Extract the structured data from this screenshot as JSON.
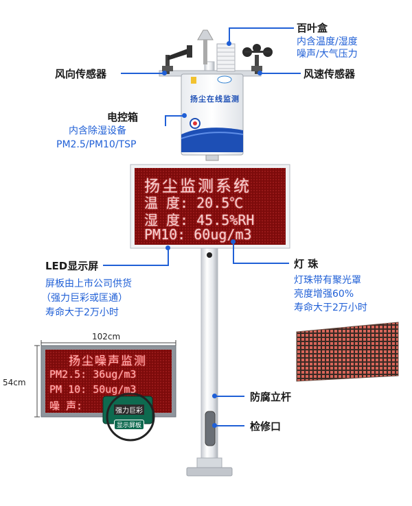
{
  "colors": {
    "accent": "#1f5fd6",
    "led_panel": "#8a0d0d",
    "led_text": "#f4d0d0",
    "cabinet_blue": "#1d4fb5"
  },
  "labels": {
    "louver_box": {
      "title": "百叶盒",
      "lines": [
        "内含温度/湿度",
        "噪声/大气压力"
      ]
    },
    "wind_direction": "风向传感器",
    "wind_speed": "风速传感器",
    "control_box": {
      "title": "电控箱",
      "lines": [
        "内含除湿设备",
        "PM2.5/PM10/TSP"
      ]
    },
    "led_screen": {
      "title": "LED显示屏",
      "lines": [
        "屏板由上市公司供货",
        "（强力巨彩或匡通）",
        "寿命大于2万小时"
      ]
    },
    "lamp_beads": {
      "title": "灯 珠",
      "lines": [
        "灯珠带有聚光罩",
        "亮度增强60%",
        "寿命大于2万小时"
      ]
    },
    "pole": "防腐立杆",
    "access_port": "检修口"
  },
  "cabinet": {
    "title": "扬尘在线监测"
  },
  "main_display": {
    "lines": [
      "扬尘监测系统",
      "温 度:  20.5℃",
      "湿 度:  45.5%RH",
      "PM10:  60ug/m3"
    ]
  },
  "small_display": {
    "width_label": "102cm",
    "height_label": "54cm",
    "lines": [
      "扬尘噪声监测",
      "PM2.5:  36ug/m3",
      "PM 10:  50ug/m3",
      "噪 声:"
    ],
    "board_label": "强力巨彩",
    "board_caption": "显示屏板"
  }
}
